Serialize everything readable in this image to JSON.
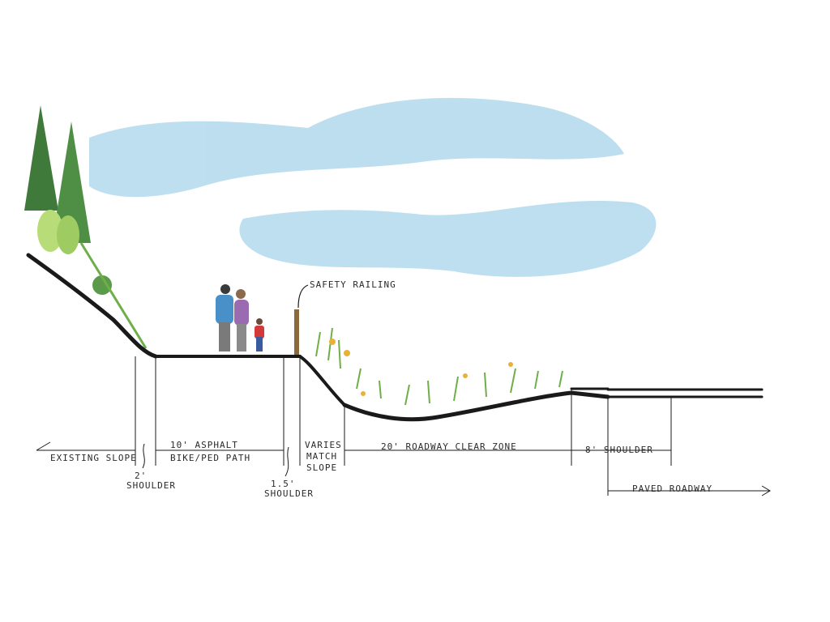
{
  "labels": {
    "safety_railing": "SAFETY RAILING",
    "existing_slope": "EXISTING SLOPE",
    "path_line1": "10' ASPHALT",
    "path_line2": "BIKE/PED PATH",
    "shoulder_2_value": "2'",
    "shoulder_2_word": "SHOULDER",
    "varies_line1": "VARIES",
    "varies_line2": "MATCH",
    "varies_line3": "SLOPE",
    "shoulder_15_value": "1.5'",
    "shoulder_15_word": "SHOULDER",
    "clear_zone": "20' ROADWAY CLEAR ZONE",
    "shoulder_8": "8' SHOULDER",
    "paved_roadway": "PAVED ROADWAY"
  },
  "colors": {
    "ink": "#1a1a1a",
    "sky": "#9fd0e6",
    "grass": "#6fae4a",
    "tree_dark": "#3f7a3a",
    "tree_light": "#a9d36a",
    "figure_adult": "#4a90c8",
    "figure_adult2": "#9a6bb0",
    "figure_child": "#d23a3a",
    "flower": "#e8b23a"
  }
}
